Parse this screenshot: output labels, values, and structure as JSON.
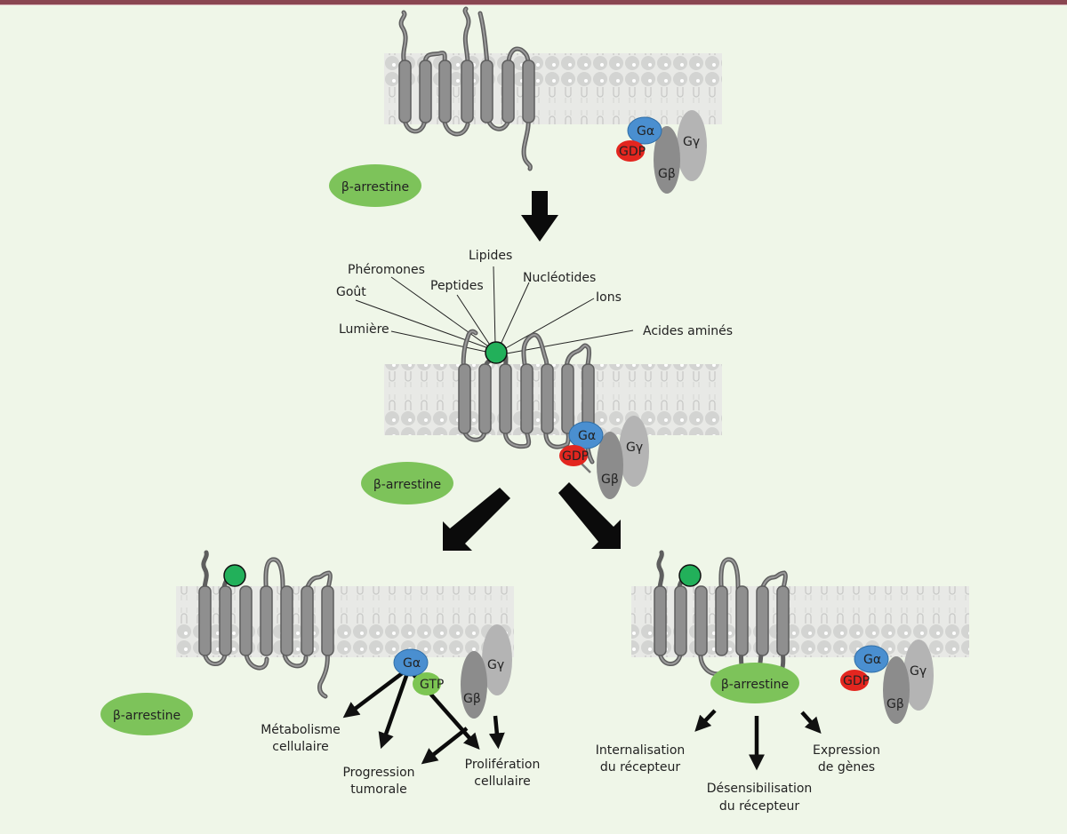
{
  "colors": {
    "background": "#eff6e8",
    "top_bar": "#8a4651",
    "helix": "#8f8f8f",
    "helix_stroke": "#5e5e5e",
    "ligand": "#22b05a",
    "g_alpha": "#4a8fd0",
    "gdp": "#e3261f",
    "gtp": "#7cc552",
    "g_beta": "#8c8c8c",
    "g_gamma": "#b4b4b4",
    "arrestin": "#7dc35a",
    "membrane": "#e6e6e6",
    "lipid_head": "#d2d2d2"
  },
  "proteins": {
    "g_alpha": "Gα",
    "g_beta": "Gβ",
    "g_gamma": "Gγ",
    "gdp": "GDP",
    "gtp": "GTP",
    "arrestin": "β-arrestine"
  },
  "ligands": {
    "labels": [
      "Lumière",
      "Goût",
      "Phéromones",
      "Peptides",
      "Lipides",
      "Nucléotides",
      "Ions",
      "Acides aminés"
    ]
  },
  "g_protein_pathway": {
    "outcomes": [
      {
        "line1": "Métabolisme",
        "line2": "cellulaire"
      },
      {
        "line1": "Progression",
        "line2": "tumorale"
      },
      {
        "line1": "Prolifération",
        "line2": "cellulaire"
      }
    ]
  },
  "arrestin_pathway": {
    "outcomes": [
      {
        "line1": "Internalisation",
        "line2": "du récepteur"
      },
      {
        "line1": "Désensibilisation",
        "line2": "du récepteur"
      },
      {
        "line1": "Expression",
        "line2": "de gènes"
      }
    ]
  }
}
